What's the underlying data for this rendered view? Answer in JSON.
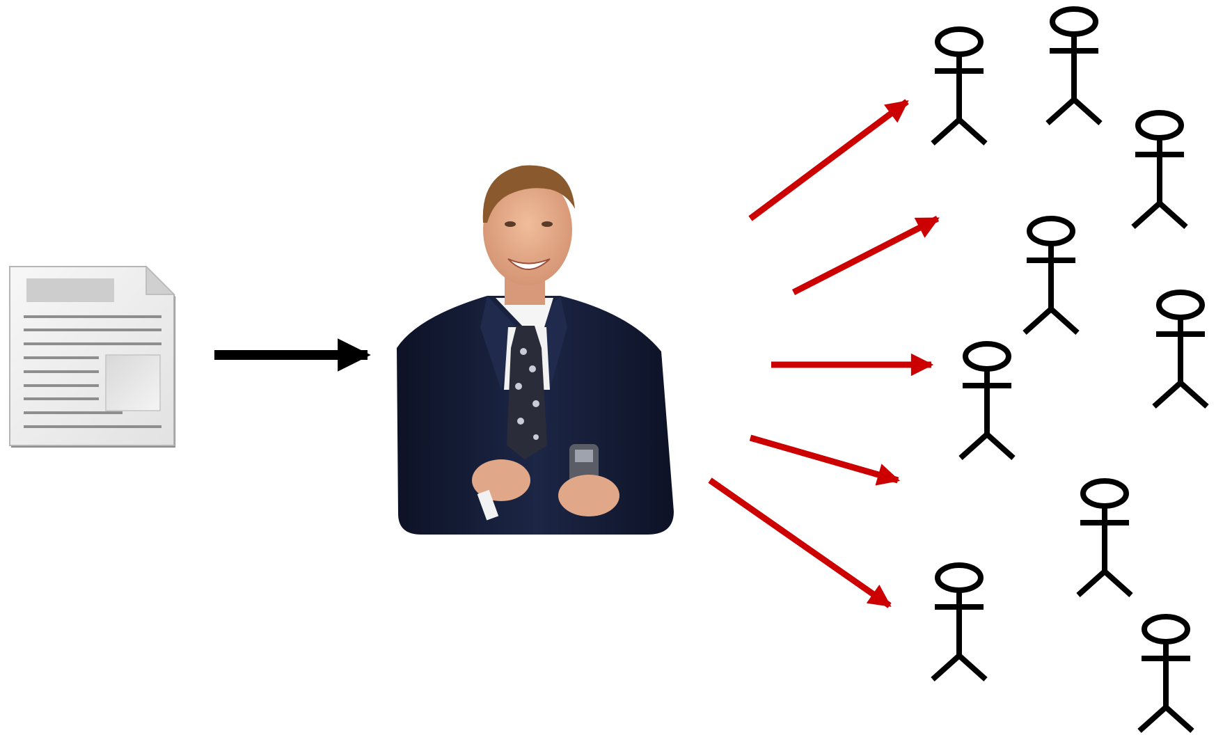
{
  "diagram": {
    "nodes": [
      {
        "id": "document",
        "kind": "document",
        "icon": "document-icon"
      },
      {
        "id": "presenter",
        "kind": "person-photo",
        "icon": "businessman-photo"
      },
      {
        "id": "audience-1",
        "kind": "stick-figure",
        "icon": "stick-figure-icon"
      },
      {
        "id": "audience-2",
        "kind": "stick-figure",
        "icon": "stick-figure-icon"
      },
      {
        "id": "audience-3",
        "kind": "stick-figure",
        "icon": "stick-figure-icon"
      },
      {
        "id": "audience-4",
        "kind": "stick-figure",
        "icon": "stick-figure-icon"
      },
      {
        "id": "audience-5",
        "kind": "stick-figure",
        "icon": "stick-figure-icon"
      },
      {
        "id": "audience-6",
        "kind": "stick-figure",
        "icon": "stick-figure-icon"
      },
      {
        "id": "audience-7",
        "kind": "stick-figure",
        "icon": "stick-figure-icon"
      },
      {
        "id": "audience-8",
        "kind": "stick-figure",
        "icon": "stick-figure-icon"
      },
      {
        "id": "audience-9",
        "kind": "stick-figure",
        "icon": "stick-figure-icon"
      }
    ],
    "edges": [
      {
        "from": "document",
        "to": "presenter",
        "color": "#000000"
      },
      {
        "from": "presenter",
        "to": "audience",
        "color": "#cc0000"
      },
      {
        "from": "presenter",
        "to": "audience",
        "color": "#cc0000"
      },
      {
        "from": "presenter",
        "to": "audience",
        "color": "#cc0000"
      },
      {
        "from": "presenter",
        "to": "audience",
        "color": "#cc0000"
      },
      {
        "from": "presenter",
        "to": "audience",
        "color": "#cc0000"
      }
    ],
    "colors": {
      "background": "#ffffff",
      "input_arrow": "#000000",
      "broadcast_arrow": "#cc0000",
      "stick_figure": "#000000",
      "suit": "#141b33",
      "document_paper": "#f2f2f2"
    }
  }
}
